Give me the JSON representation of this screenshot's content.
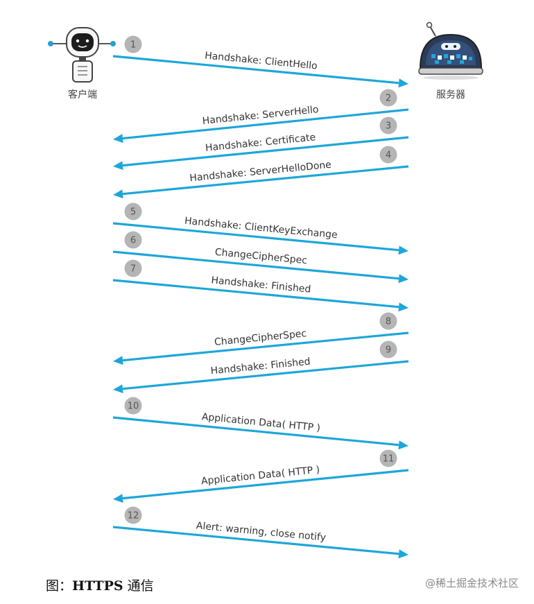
{
  "actors": {
    "client": {
      "label": "客户端",
      "icon": "client-robot-icon"
    },
    "server": {
      "label": "服务器",
      "icon": "server-robot-icon"
    }
  },
  "colors": {
    "arrow": "#1ea6d9",
    "badge": "#b5b5b5"
  },
  "messages": [
    {
      "step": "1",
      "label": "Handshake: ClientHello",
      "direction": "client-to-server"
    },
    {
      "step": "2",
      "label": "Handshake: ServerHello",
      "direction": "server-to-client"
    },
    {
      "step": "3",
      "label": "Handshake: Certificate",
      "direction": "server-to-client"
    },
    {
      "step": "4",
      "label": "Handshake: ServerHelloDone",
      "direction": "server-to-client"
    },
    {
      "step": "5",
      "label": "Handshake: ClientKeyExchange",
      "direction": "client-to-server"
    },
    {
      "step": "6",
      "label": "ChangeCipherSpec",
      "direction": "client-to-server"
    },
    {
      "step": "7",
      "label": "Handshake: Finished",
      "direction": "client-to-server"
    },
    {
      "step": "8",
      "label": "ChangeCipherSpec",
      "direction": "server-to-client"
    },
    {
      "step": "9",
      "label": "Handshake: Finished",
      "direction": "server-to-client"
    },
    {
      "step": "10",
      "label": "Application Data( HTTP )",
      "direction": "client-to-server"
    },
    {
      "step": "11",
      "label": "Application Data( HTTP )",
      "direction": "server-to-client"
    },
    {
      "step": "12",
      "label": "Alert: warning, close notify",
      "direction": "client-to-server"
    }
  ],
  "caption": {
    "prefix": "图：",
    "bold": "HTTPS",
    "suffix": " 通信"
  },
  "watermark": "@稀土掘金技术社区"
}
